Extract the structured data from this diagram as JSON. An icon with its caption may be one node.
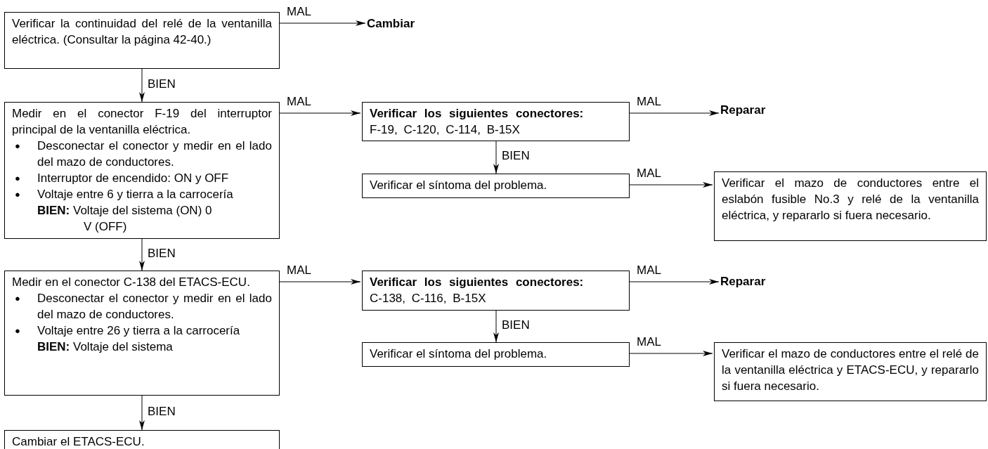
{
  "diagram": {
    "nodes": [
      {
        "text": [
          "Verificar la continuidad del relé de la ventanilla eléctrica. (Consultar la página 42-40.)"
        ]
      },
      {
        "text": [
          "Cambiar"
        ]
      },
      {
        "text": [
          "Medir en el conector F-19 del interruptor principal de la ventanilla eléctrica.",
          "●",
          "Desconectar el conector y medir en el lado del mazo de conductores.",
          "●",
          "Interruptor de encendido: ON y OFF",
          "●",
          "Voltaje entre 6 y tierra a la carrocería",
          "**BIEN:** Voltaje del sistema (ON) 0 V (OFF)"
        ]
      },
      {
        "text": [
          "Verificar los siguientes conectores:",
          "F-19, C-120, C-114, B-15X"
        ]
      },
      {
        "text": [
          "Reparar"
        ]
      },
      {
        "text": [
          "Verificar el síntoma del problema."
        ]
      },
      {
        "text": [
          "Verificar el mazo de conductores entre el eslabón fusible No.3 y relé de la ventanilla eléctrica, y repararlo si fuera necesario."
        ]
      },
      {
        "text": [
          "Medir en el conector C-138 del ETACS-ECU.",
          "●",
          "Desconectar el conector y medir en el lado del mazo de conductores.",
          "●",
          "Voltaje entre 26 y tierra a la carrocería",
          "**BIEN:** Voltaje del sistema"
        ]
      },
      {
        "text": [
          "Verificar los siguientes conectores:",
          "C-138, C-116, B-15X"
        ]
      },
      {
        "text": [
          "Reparar"
        ]
      },
      {
        "text": [
          "Verificar el síntoma del problema."
        ]
      },
      {
        "text": [
          "Verificar el mazo de conductores entre el relé de la ventanilla eléctrica y ETACS-ECU, y repararlo si fuera necesario."
        ]
      },
      {
        "text": [
          "Cambiar el ETACS-ECU."
        ]
      }
    ],
    "edges": [
      {
        "from": 0,
        "to": 1,
        "arrow": "to",
        "label": "MAL"
      },
      {
        "from": 0,
        "to": 2,
        "arrow": "to",
        "label": "BIEN"
      },
      {
        "from": 2,
        "to": 3,
        "arrow": "to",
        "label": "MAL"
      },
      {
        "from": 3,
        "to": 4,
        "arrow": "to",
        "label": "MAL"
      },
      {
        "from": 3,
        "to": 5,
        "arrow": "to",
        "label": "BIEN"
      },
      {
        "from": 5,
        "to": 6,
        "arrow": "to",
        "label": "MAL"
      },
      {
        "from": 2,
        "to": 7,
        "arrow": "to",
        "label": "BIEN"
      },
      {
        "from": 7,
        "to": 8,
        "arrow": "to",
        "label": "MAL"
      },
      {
        "from": 8,
        "to": 9,
        "arrow": "to",
        "label": "MAL"
      },
      {
        "from": 8,
        "to": 10,
        "arrow": "to",
        "label": "BIEN"
      },
      {
        "from": 10,
        "to": 11,
        "arrow": "to",
        "label": "MAL"
      },
      {
        "from": 7,
        "to": 12,
        "arrow": "to",
        "label": "BIEN"
      }
    ]
  }
}
